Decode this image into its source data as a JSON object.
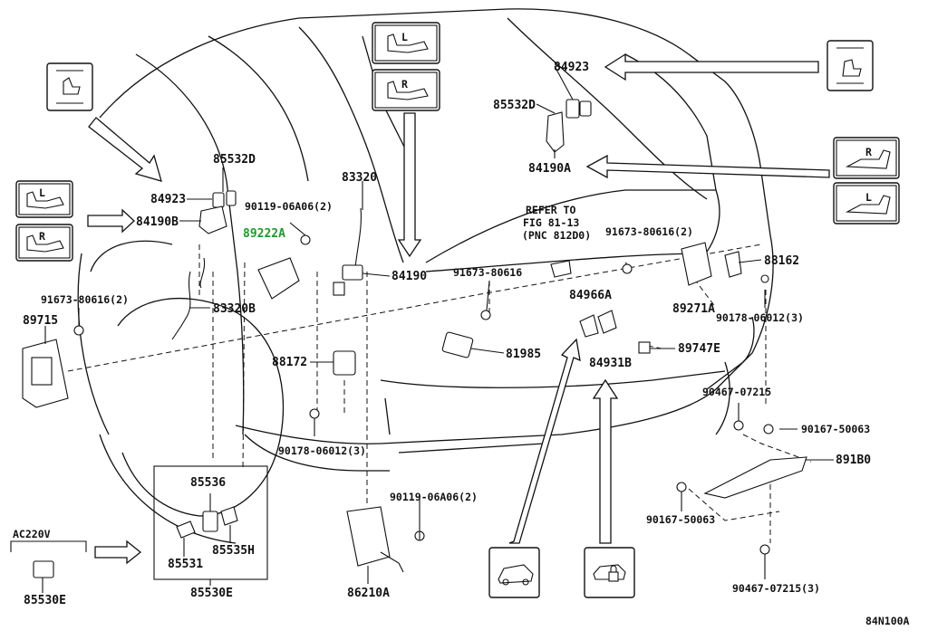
{
  "labels": {
    "p84923_top": "84923",
    "p85532D_top": "85532D",
    "p84190A": "84190A",
    "p85532D_left": "85532D",
    "p84923_left": "84923",
    "p84190B": "84190B",
    "p89222A": "89222A",
    "p83320": "83320",
    "p90119_a": "90119-06A06(2)",
    "p84190": "84190",
    "p91673_a": "91673-80616(2)",
    "p83320B": "83320B",
    "p89715": "89715",
    "p88172": "88172",
    "p90178_a": "90178-06012(3)",
    "refer_line1": "REFER TO",
    "refer_line2": "FIG 81-13",
    "refer_line3": "(PNC 812D0)",
    "p91673_b": "91673-80616",
    "p81985": "81985",
    "p91673_c": "91673-80616(2)",
    "p88162": "88162",
    "p89271A": "89271A",
    "p90178_b": "90178-06012(3)",
    "p84966A": "84966A",
    "p84931B": "84931B",
    "p89747E": "89747E",
    "p90467_a": "90467-07215",
    "p90167_a": "90167-50063",
    "p891B0": "891B0",
    "p90167_b": "90167-50063",
    "p90467_b": "90467-07215(3)",
    "p85536": "85536",
    "p85531": "85531",
    "p85535H": "85535H",
    "p85530E_box": "85530E",
    "p90119_b": "90119-06A06(2)",
    "p86210A": "86210A",
    "ac220v": "AC220V",
    "p85530E": "85530E",
    "figure_code": "84N100A"
  },
  "icons": {
    "seat_single": "seat-icon",
    "seat_left": "seat-left-icon",
    "seat_right": "seat-right-icon",
    "back_seat_left": "rear-seat-left-icon",
    "back_seat_right": "rear-seat-right-icon",
    "vehicle": "vehicle-icon",
    "door_lock": "door-lock-icon"
  }
}
